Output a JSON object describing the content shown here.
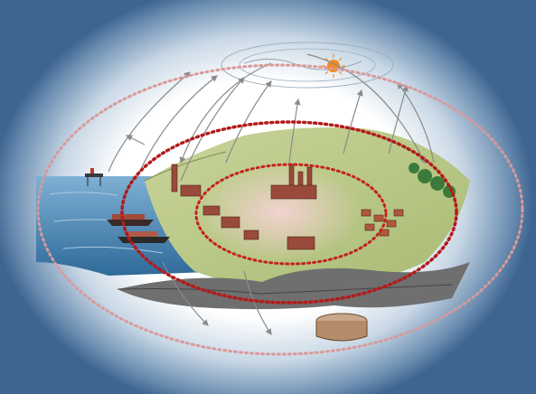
{
  "illustration": {
    "subject": "regional-industrial-landscape",
    "zones": [
      "outer-zone",
      "middle-zone",
      "inner-zone"
    ],
    "zone_colors": {
      "outer": "#d99a9a",
      "middle": "#b31a1a",
      "inner": "#c62020"
    },
    "colors": {
      "sea": "#4d7fa8",
      "land": "#b9c98a",
      "sky": "#ffffff",
      "frame": "#3d6590",
      "sun": "#f28a1a",
      "industry": "#9a4a3a"
    },
    "icons": [
      "sun-icon",
      "oil-platform-icon",
      "ship-icon",
      "factory-icon",
      "house-icon",
      "tree-icon",
      "well-icon"
    ]
  }
}
